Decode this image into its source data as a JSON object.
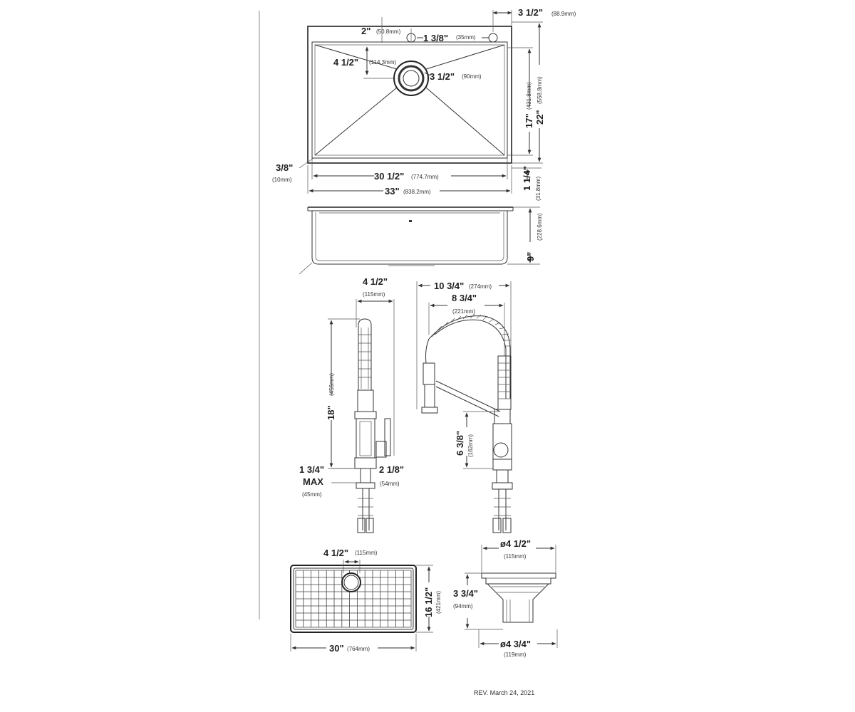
{
  "revision": "REV. March 24, 2021",
  "sink_top": {
    "overall_width": {
      "in": "33\"",
      "mm": "(838.2mm)"
    },
    "bowl_width": {
      "in": "30 1/2\"",
      "mm": "(774.7mm)"
    },
    "overall_depth": {
      "in": "22\"",
      "mm": "(558.8mm)"
    },
    "bowl_depth": {
      "in": "17\"",
      "mm": "(431.8mm)"
    },
    "rim": {
      "in": "1 1/4\"",
      "mm": "(31.8mm)"
    },
    "corner": {
      "in": "3/8\"",
      "mm": "(10mm)"
    },
    "faucet_hole_offset": {
      "in": "2\"",
      "mm": "(50.8mm)"
    },
    "faucet_hole_dia": {
      "in": "1 3/8\"",
      "mm": "(35mm)"
    },
    "edge_offset": {
      "in": "3 1/2\"",
      "mm": "(88.9mm)"
    },
    "drain_offset": {
      "in": "4 1/2\"",
      "mm": "(114.3mm)"
    },
    "drain_dia": {
      "in": "3 1/2\"",
      "mm": "(90mm)"
    }
  },
  "sink_side": {
    "height": {
      "in": "9\"",
      "mm": "(228.6mm)"
    }
  },
  "faucet_side": {
    "reach": {
      "in": "4 1/2\"",
      "mm": "(115mm)"
    },
    "height": {
      "in": "18\"",
      "mm": "(456mm)"
    },
    "deck_max_in": "1 3/4\"",
    "deck_max_label": "MAX",
    "deck_max_mm": "(45mm)",
    "base_dia": {
      "in": "2 1/8\"",
      "mm": "(54mm)"
    }
  },
  "faucet_front": {
    "overall_width": {
      "in": "10 3/4\"",
      "mm": "(274mm)"
    },
    "spout_reach": {
      "in": "8 3/4\"",
      "mm": "(221mm)"
    },
    "spout_height": {
      "in": "6 3/8\"",
      "mm": "(162mm)"
    }
  },
  "grid": {
    "drain_offset": {
      "in": "4 1/2\"",
      "mm": "(115mm)"
    },
    "width": {
      "in": "30\"",
      "mm": "(764mm)"
    },
    "depth": {
      "in": "16 1/2\"",
      "mm": "(421mm)"
    }
  },
  "strainer": {
    "top_dia": {
      "in": "ø4 1/2\"",
      "mm": "(115mm)"
    },
    "height": {
      "in": "3 3/4\"",
      "mm": "(94mm)"
    },
    "bottom_dia": {
      "in": "ø4 3/4\"",
      "mm": "(119mm)"
    }
  }
}
